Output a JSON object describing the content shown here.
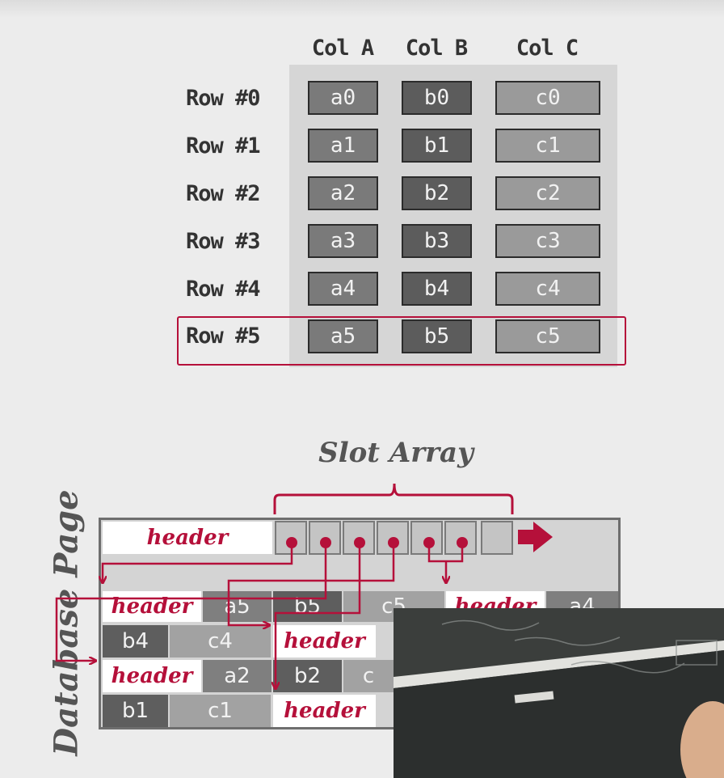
{
  "table": {
    "columns": [
      "Col A",
      "Col B",
      "Col C"
    ],
    "rows": [
      {
        "label": "Row #0",
        "a": "a0",
        "b": "b0",
        "c": "c0"
      },
      {
        "label": "Row #1",
        "a": "a1",
        "b": "b1",
        "c": "c1"
      },
      {
        "label": "Row #2",
        "a": "a2",
        "b": "b2",
        "c": "c2"
      },
      {
        "label": "Row #3",
        "a": "a3",
        "b": "b3",
        "c": "c3"
      },
      {
        "label": "Row #4",
        "a": "a4",
        "b": "b4",
        "c": "c4"
      },
      {
        "label": "Row #5",
        "a": "a5",
        "b": "b5",
        "c": "c5"
      }
    ],
    "highlighted_row": "Row #5"
  },
  "page": {
    "slot_array_label": "Slot Array",
    "page_label": "Database Page",
    "header_label": "header",
    "blocks": {
      "r1": [
        "header",
        "a5",
        "b5",
        "c5",
        "header",
        "a4"
      ],
      "r2": [
        "b4",
        "c4",
        "header"
      ],
      "r3": [
        "header",
        "a2",
        "b2",
        "c"
      ],
      "r4": [
        "b1",
        "c1",
        "header"
      ]
    }
  },
  "colors": {
    "accent": "#b5103a",
    "page_background": "#ececec",
    "table_background": "#d6d6d6"
  }
}
